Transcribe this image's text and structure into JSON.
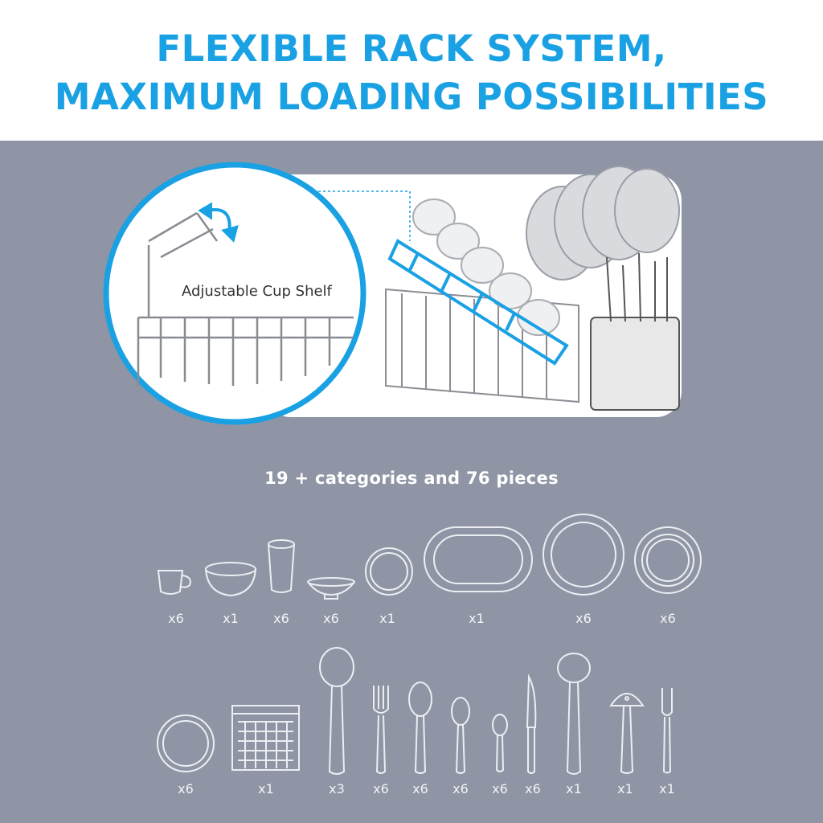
{
  "header": {
    "title_line1": "FLEXIBLE RACK SYSTEM,",
    "title_line2": "MAXIMUM LOADING POSSIBILITIES"
  },
  "zoom": {
    "label": "Adjustable Cup Shelf"
  },
  "summary": "19 + categories and 76 pieces",
  "row1": [
    {
      "icon": "cup-icon",
      "count": "x6"
    },
    {
      "icon": "bowl-icon",
      "count": "x1"
    },
    {
      "icon": "glass-icon",
      "count": "x6"
    },
    {
      "icon": "dessert-bowl-icon",
      "count": "x6"
    },
    {
      "icon": "small-plate-icon",
      "count": "x1"
    },
    {
      "icon": "oval-platter-icon",
      "count": "x1"
    },
    {
      "icon": "dinner-plate-icon",
      "count": "x6"
    },
    {
      "icon": "soup-plate-icon",
      "count": "x6"
    }
  ],
  "row2": [
    {
      "icon": "saucer-icon",
      "count": "x6"
    },
    {
      "icon": "cutlery-basket-icon",
      "count": "x1"
    },
    {
      "icon": "serving-spoon-icon",
      "count": "x3"
    },
    {
      "icon": "fork-icon",
      "count": "x6"
    },
    {
      "icon": "soup-spoon-icon",
      "count": "x6"
    },
    {
      "icon": "dessert-spoon-icon",
      "count": "x6"
    },
    {
      "icon": "teaspoon-icon",
      "count": "x6"
    },
    {
      "icon": "knife-icon",
      "count": "x6"
    },
    {
      "icon": "ladle-icon",
      "count": "x1"
    },
    {
      "icon": "skimmer-icon",
      "count": "x1"
    },
    {
      "icon": "serving-fork-icon",
      "count": "x1"
    }
  ],
  "colors": {
    "accent": "#1aa1e3",
    "panel": "#8f95a5",
    "line": "#e8eaef"
  }
}
